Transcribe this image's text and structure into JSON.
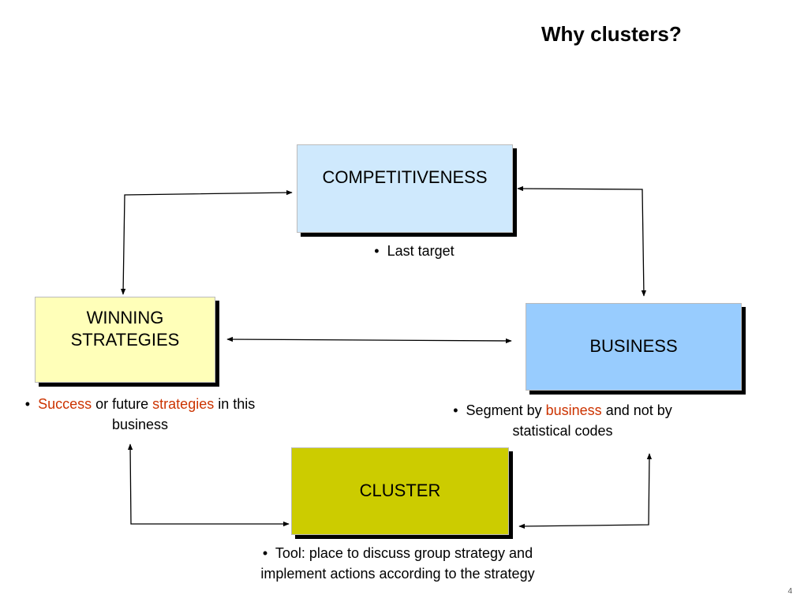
{
  "slide": {
    "title": "Why clusters?",
    "page_number": "4"
  },
  "boxes": {
    "competitiveness": {
      "label": "COMPETITIVENESS",
      "color": "#cfe9fd"
    },
    "winning": {
      "label_line1": "WINNING",
      "label_line2": "STRATEGIES",
      "color": "#ffffb9"
    },
    "business": {
      "label": "BUSINESS",
      "color": "#98ccfe"
    },
    "cluster": {
      "label": "CLUSTER",
      "color": "#cccc00"
    }
  },
  "notes": {
    "competitiveness": {
      "bullet": "•",
      "text": "Last target"
    },
    "winning": {
      "bullet": "•",
      "hl1": "Success",
      "mid": "or future",
      "hl2": "strategies",
      "tail": "in this",
      "line2": "business"
    },
    "business": {
      "bullet": "•",
      "pre": "Segment by",
      "hl": "business",
      "post": "and not by",
      "line2": "statistical codes"
    },
    "cluster": {
      "bullet": "•",
      "line1": "Tool: place to discuss group strategy and",
      "line2": "implement actions according to the strategy"
    }
  },
  "colors": {
    "highlight": "#cc3300",
    "shadow": "#000000"
  }
}
